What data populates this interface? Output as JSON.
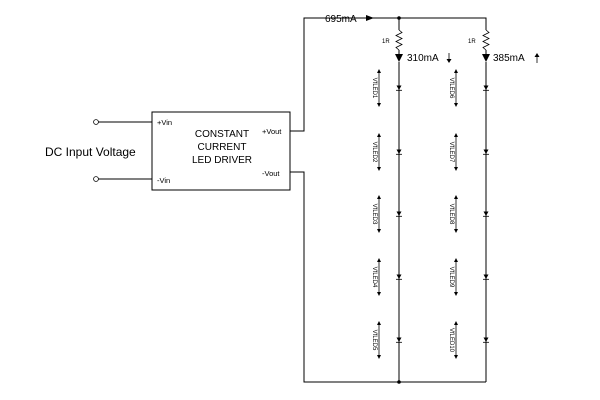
{
  "input": {
    "label": "DC Input Voltage"
  },
  "driver": {
    "line1": "CONSTANT",
    "line2": "CURRENT",
    "line3": "LED DRIVER",
    "vin_plus": "+Vin",
    "vin_minus": "-Vin",
    "vout_plus": "+Vout",
    "vout_minus": "-Vout"
  },
  "currents": {
    "total": "695mA",
    "branch1": "310mA",
    "branch2": "385mA"
  },
  "resistors": {
    "r1": "1R",
    "r2": "1R"
  },
  "branch1_leds": [
    "VfLED1",
    "VfLED2",
    "VfLED3",
    "VfLED4",
    "VfLED5"
  ],
  "branch2_leds": [
    "VfLED6",
    "VfLED7",
    "VfLED8",
    "VfLED9",
    "VfLED10"
  ]
}
